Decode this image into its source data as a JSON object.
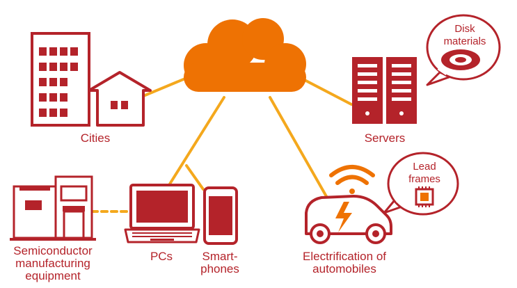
{
  "colors": {
    "brand_red": "#B4232A",
    "cloud_orange": "#EE7203",
    "connector_yellow": "#F4A81D",
    "background": "#FFFFFF"
  },
  "nodes": {
    "cities": {
      "label": "Cities",
      "icon": "city-buildings-icon"
    },
    "servers": {
      "label": "Servers",
      "icon": "server-rack-icon"
    },
    "semiconductor": {
      "label_line1": "Semiconductor",
      "label_line2": "manufacturing",
      "label_line3": "equipment",
      "icon": "factory-equipment-icon"
    },
    "pcs": {
      "label": "PCs",
      "icon": "laptop-icon"
    },
    "smartphones": {
      "label_line1": "Smart-",
      "label_line2": "phones",
      "icon": "smartphone-icon"
    },
    "automobiles": {
      "label_line1": "Electrification of",
      "label_line2": "automobiles",
      "icon": "electric-car-icon"
    }
  },
  "callouts": {
    "disk": {
      "line1": "Disk",
      "line2": "materials",
      "icon": "disk-icon"
    },
    "lead": {
      "line1": "Lead",
      "line2": "frames",
      "icon": "chip-icon"
    }
  },
  "center": {
    "icon": "cloud-icon"
  }
}
